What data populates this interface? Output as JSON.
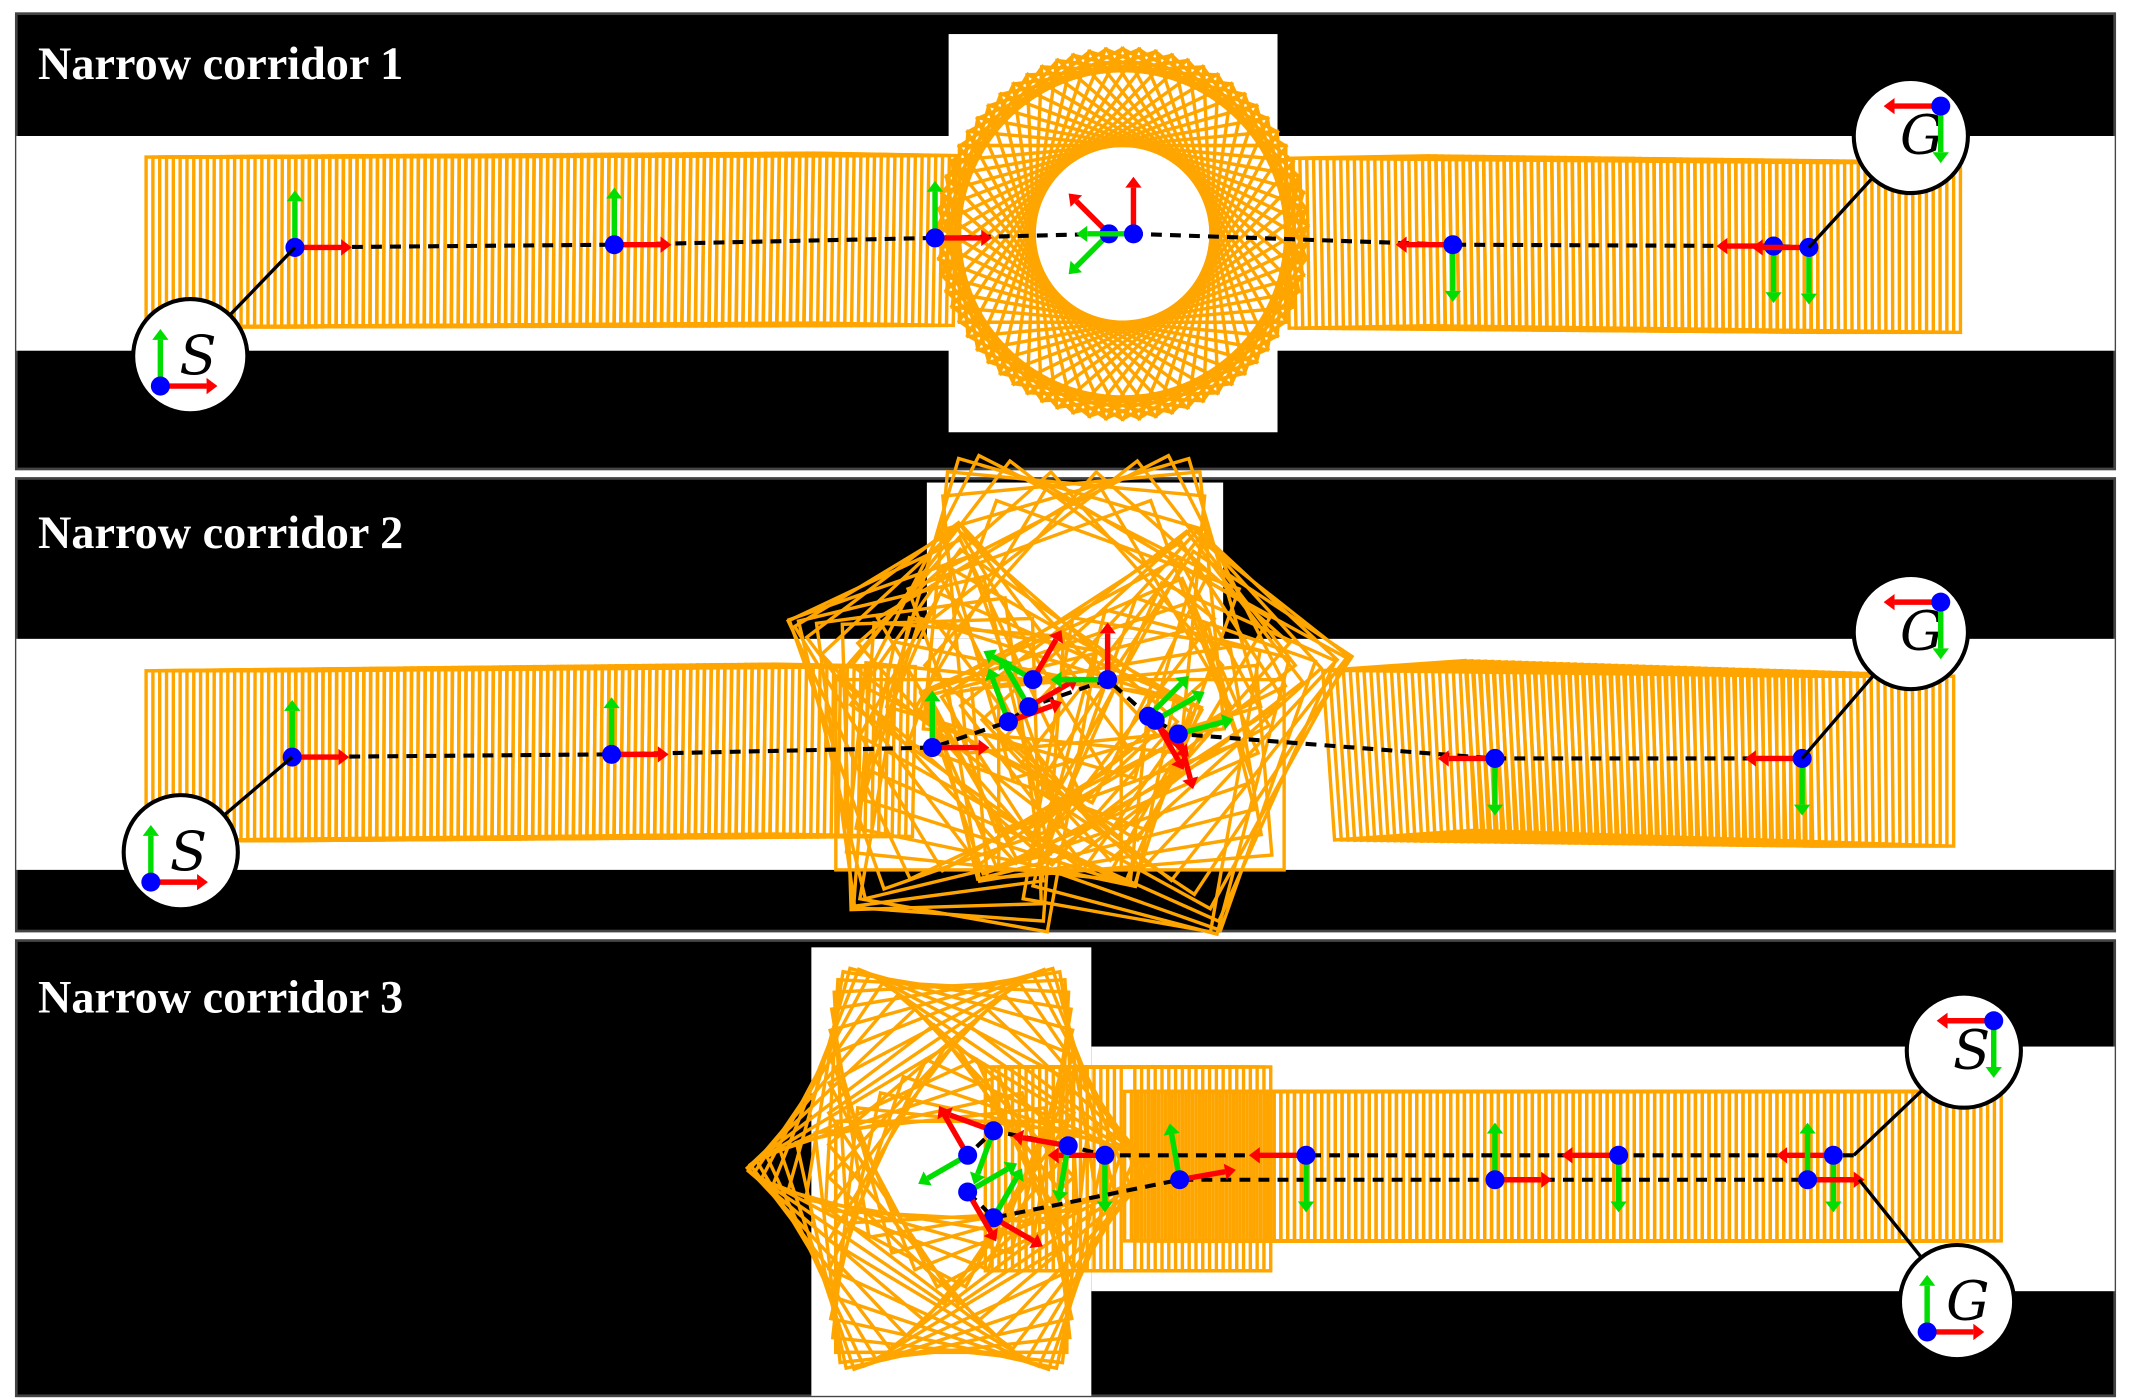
{
  "panels": [
    {
      "title": "Narrow corridor 1",
      "start_label": "S",
      "goal_label": "G"
    },
    {
      "title": "Narrow corridor 2",
      "start_label": "S",
      "goal_label": "G"
    },
    {
      "title": "Narrow corridor 3",
      "start_label": "S",
      "goal_label": "G"
    }
  ],
  "colors": {
    "obstacle": "#000000",
    "free": "#ffffff",
    "footprint": "#ffa500",
    "x_axis": "#ff0000",
    "y_axis": "#00dd00",
    "waypoint": "#0000ff",
    "path": "#000000"
  }
}
